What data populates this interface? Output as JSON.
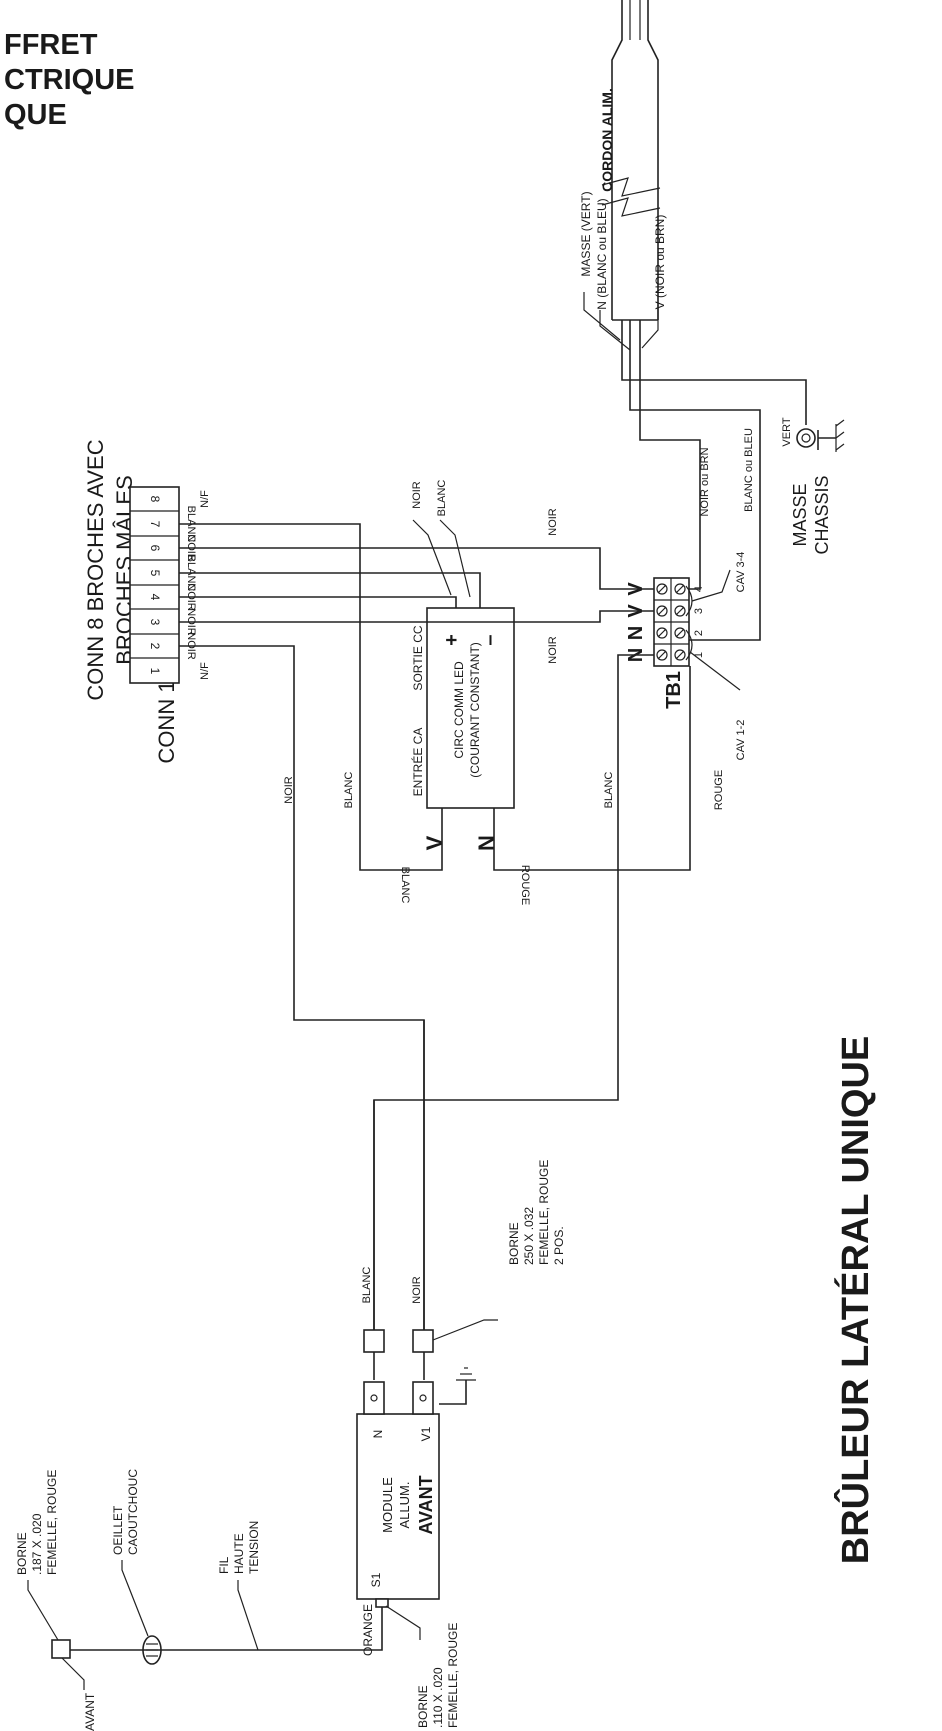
{
  "header": {
    "line1": "FFRET",
    "line2": "CTRIQUE",
    "line3": "QUE"
  },
  "title": "BRÛLEUR LATÉRAL UNIQUE",
  "connector": {
    "name": "CONN 1",
    "desc_line1": "CONN 8 BROCHES AVEC",
    "desc_line2": "BROCHES MÂLES",
    "pin_numbers": [
      "1",
      "2",
      "3",
      "4",
      "5",
      "6",
      "7",
      "8"
    ],
    "pin_labels": [
      "N/F",
      "NOIR",
      "NOIR",
      "NOIR",
      "BLANC",
      "NOIR",
      "BLANC",
      "N/F"
    ]
  },
  "driver": {
    "line1": "CIRC COMM LED",
    "line2": "(COURANT CONSTANT)",
    "input_label": "ENTRÉE CA",
    "output_label": "SORTIE CC",
    "term_v": "V",
    "term_n": "N",
    "term_plus": "+",
    "term_minus": "–",
    "lead_noir": "NOIR",
    "lead_blanc": "BLANC"
  },
  "terminal_block": {
    "name": "TB1",
    "terms_top": [
      "N",
      "N",
      "V",
      "V"
    ],
    "positions": [
      "1",
      "2",
      "3",
      "4"
    ],
    "cav12": "CAV 1-2",
    "cav34": "CAV 3-4"
  },
  "power_cord": {
    "title": "CORDON ALIM.",
    "masse": "MASSE (VERT)",
    "neutral": "N (BLANC ou BLEU)",
    "line": "V (NOIR ou BRN)"
  },
  "chassis_ground": {
    "line1": "MASSE",
    "line2": "CHASSIS",
    "color": "VERT"
  },
  "wire_labels": {
    "noir": "NOIR",
    "blanc": "BLANC",
    "rouge": "ROUGE",
    "noir_ou_brn": "NOIR ou BRN",
    "blanc_ou_bleu": "BLANC ou BLEU",
    "orange": "ORANGE"
  },
  "ignition_module": {
    "line1": "MODULE",
    "line2": "ALLUM.",
    "line3": "AVANT",
    "s1": "S1",
    "n": "N",
    "v1": "V1"
  },
  "callouts": {
    "borne250_1": "BORNE",
    "borne250_2": "250 X .032",
    "borne250_3": "FEMELLE, ROUGE",
    "borne250_4": "2 POS.",
    "borne110_1": "BORNE",
    "borne110_2": ".110 X .020",
    "borne110_3": "FEMELLE, ROUGE",
    "borne187_1": "BORNE",
    "borne187_2": ".187 X .020",
    "borne187_3": "FEMELLE, ROUGE",
    "oeillet_1": "OEILLET",
    "oeillet_2": "CAOUTCHOUC",
    "fil_1": "FIL",
    "fil_2": "HAUTE",
    "fil_3": "TENSION",
    "avant": "AVANT"
  }
}
